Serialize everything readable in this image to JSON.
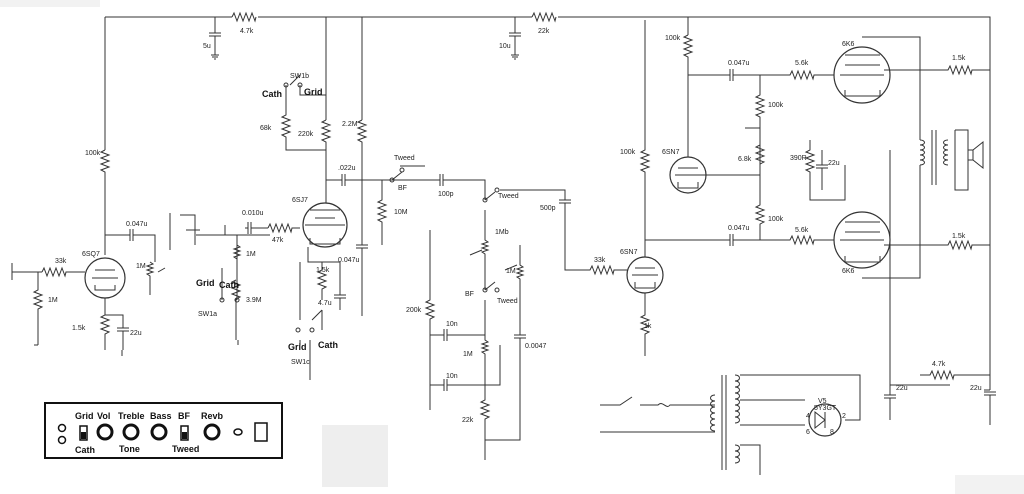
{
  "labels": {
    "t_4k7_top": "4.7k",
    "t_5u": "5u",
    "t_22k_top": "22k",
    "t_10u": "10u",
    "t_100k_a": "100k",
    "t_0047_a": "0.047u",
    "t_5k6_a": "5.6k",
    "t_6k6_a": "6K6",
    "t_1k5_a": "1.5k",
    "t_cath_a": "Cath",
    "t_grid_a": "Grid",
    "t_sw1b": "SW1b",
    "t_2m2": "2.2M",
    "t_68k": "68k",
    "t_220k": "220k",
    "t_100k_b": "100k",
    "t_022u": ".022u",
    "t_tweed_a": "Tweed",
    "t_bf_a": "BF",
    "t_100p": "100p",
    "t_tweed_b": "Tweed",
    "t_500p": "500p",
    "t_100k_c": "100k",
    "t_6sn7_a": "6SN7",
    "t_100k_d": "100k",
    "t_68k_b": "6.8k",
    "t_390r": "390R",
    "t_22u_a": "22u",
    "t_0047_b": "0.047u",
    "t_6sj7": "6SJ7",
    "t_0010u": "0.010u",
    "t_47k": "47k",
    "t_10m": "10M",
    "t_1mb": "1Mb",
    "t_100k_e": "100k",
    "t_0047_c": "0.047u",
    "t_5k6_b": "5.6k",
    "t_1k5_b": "1.5k",
    "t_6k6_b": "6K6",
    "t_6sq7": "6SQ7",
    "t_0047_d": "0.047u",
    "t_1m_a": "1M",
    "t_33k_a": "33k",
    "t_1m_b": "1M",
    "t_1m_c": "1M",
    "t_1k5_c": "1.5k",
    "t_47u": "4.7u",
    "t_0047u_e": "0.047u",
    "t_1m_d": "1M",
    "t_33k_b": "33k",
    "t_6sn7_b": "6SN7",
    "t_grid_b": "Grid",
    "t_cath_b": "Cath",
    "t_3m9": "3.9M",
    "t_sw1a": "SW1a",
    "t_1m_e": "1M",
    "t_1k5_d": "1.5k",
    "t_22u_b": "22u",
    "t_bf_b": "BF",
    "t_tweed_c": "Tweed",
    "t_200k": "200k",
    "t_10n_a": "10n",
    "t_00047": "0.0047",
    "t_1k": "1k",
    "t_1m_f": "1M",
    "t_10n_b": "10n",
    "t_grid_c": "Grid",
    "t_cath_c": "Cath",
    "t_sw1c": "SW1c",
    "t_22k_b": "22k",
    "t_47k_b": "4.7k",
    "t_22u_c": "22u",
    "t_22u_d": "22u",
    "t_v5": "V5",
    "t_5y3gt": "5Y3GT",
    "t_pin4": "4",
    "t_pin2": "2",
    "t_pin6": "6",
    "t_pin8": "8"
  },
  "panel": {
    "grid": "Grid",
    "vol": "Vol",
    "treble": "Treble",
    "bass": "Bass",
    "bf": "BF",
    "revb": "Revb",
    "cath": "Cath",
    "tone": "Tone",
    "tweed": "Tweed"
  }
}
